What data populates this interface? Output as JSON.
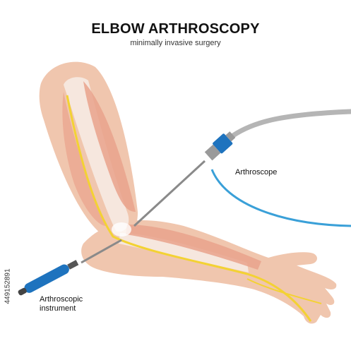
{
  "header": {
    "title": "ELBOW ARTHROSCOPY",
    "subtitle": "minimally invasive surgery"
  },
  "labels": {
    "arthroscope": "Arthroscope",
    "instrument_line1": "Arthroscopic",
    "instrument_line2": "instrument"
  },
  "stock_id": "449152891",
  "colors": {
    "skin": "#f0c6ae",
    "muscle": "#e9a28c",
    "bone": "#f6e7de",
    "nerve": "#f3d233",
    "instrument_blue": "#1e73be",
    "cable_gray": "#b5b5b5",
    "fiber_blue": "#3aa0d8",
    "shaft_gray": "#8a8a8a"
  }
}
